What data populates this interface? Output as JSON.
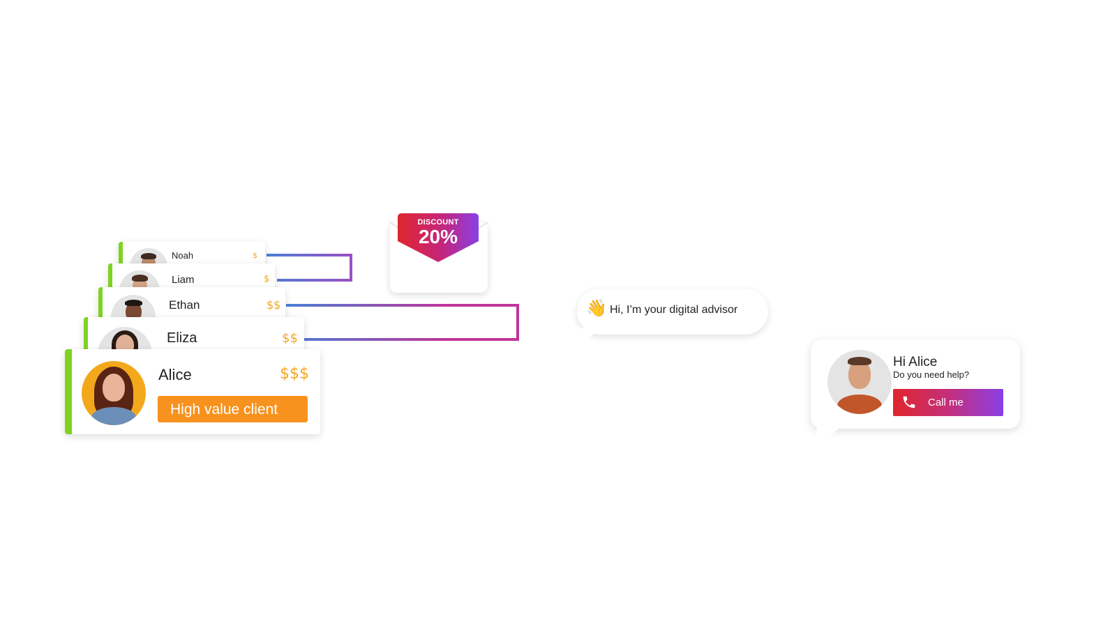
{
  "clients": [
    {
      "name": "Noah",
      "tier": "$"
    },
    {
      "name": "Liam",
      "tier": "$"
    },
    {
      "name": "Ethan",
      "tier": "$$"
    },
    {
      "name": "Eliza",
      "tier": "$$"
    },
    {
      "name": "Alice",
      "tier": "$$$",
      "badge": "High value client"
    }
  ],
  "discount": {
    "label": "DISCOUNT",
    "value": "20%"
  },
  "advisor_bubble": {
    "text": "Hi, I’m your digital advisor",
    "emoji": "👋"
  },
  "agent": {
    "greeting": "Hi Alice",
    "subtitle": "Do you need help?",
    "button_label": "Call me"
  },
  "colors": {
    "accent_green": "#7ed321",
    "tier_orange": "#f5a623",
    "badge_orange": "#f7921e",
    "line_start": "#4a7fd6",
    "line_mid": "#c0349a",
    "line_end": "#8a1fc4",
    "button_red": "#e0262d",
    "button_purple": "#8a3fe6"
  },
  "icons": [
    "envelope-icon",
    "phone-icon",
    "waving-hand-icon"
  ]
}
